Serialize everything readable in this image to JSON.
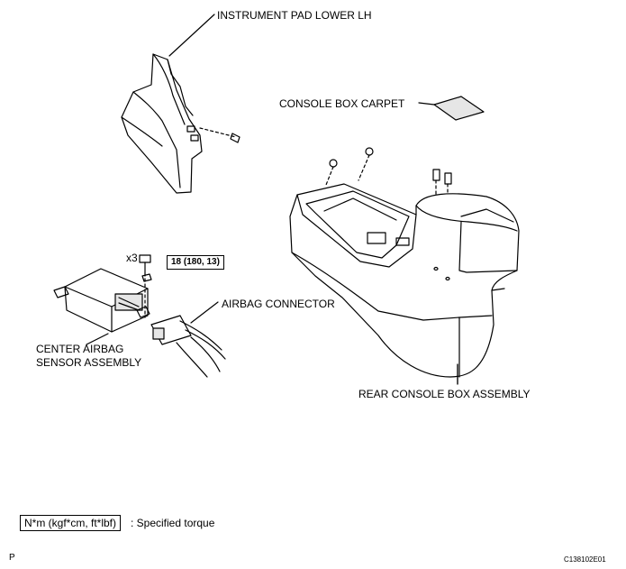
{
  "labels": {
    "instrument_pad": "INSTRUMENT PAD LOWER LH",
    "console_carpet": "CONSOLE BOX CARPET",
    "airbag_connector": "AIRBAG CONNECTOR",
    "center_airbag_1": "CENTER AIRBAG",
    "center_airbag_2": "SENSOR ASSEMBLY",
    "rear_console": "REAR CONSOLE BOX ASSEMBLY"
  },
  "torque": {
    "quantity": "x3",
    "value": "18 (180, 13)"
  },
  "legend": {
    "unit_box": "N*m (kgf*cm, ft*lbf)",
    "description": ": Specified torque"
  },
  "footer": {
    "left_code": "P",
    "right_code": "C138102E01"
  }
}
